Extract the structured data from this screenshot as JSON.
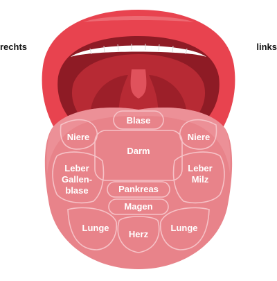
{
  "labels": {
    "right": "rechts",
    "left": "links"
  },
  "zones": {
    "blase": "Blase",
    "niere_right": "Niere",
    "niere_left": "Niere",
    "darm": "Darm",
    "leber_galle": [
      "Leber",
      "Gallen-",
      "blase"
    ],
    "leber_milz": [
      "Leber",
      "Milz"
    ],
    "pankreas": "Pankreas",
    "magen": "Magen",
    "lunge_right": "Lunge",
    "herz": "Herz",
    "lunge_left": "Lunge"
  },
  "colors": {
    "lips": "#e8434f",
    "mouth_interior": "#8e1b25",
    "throat": "#c7323c",
    "teeth": "#ffffff",
    "tongue": "#e8838a",
    "zone_outline": "#f6c2c7",
    "zone_text": "#ffffff"
  }
}
